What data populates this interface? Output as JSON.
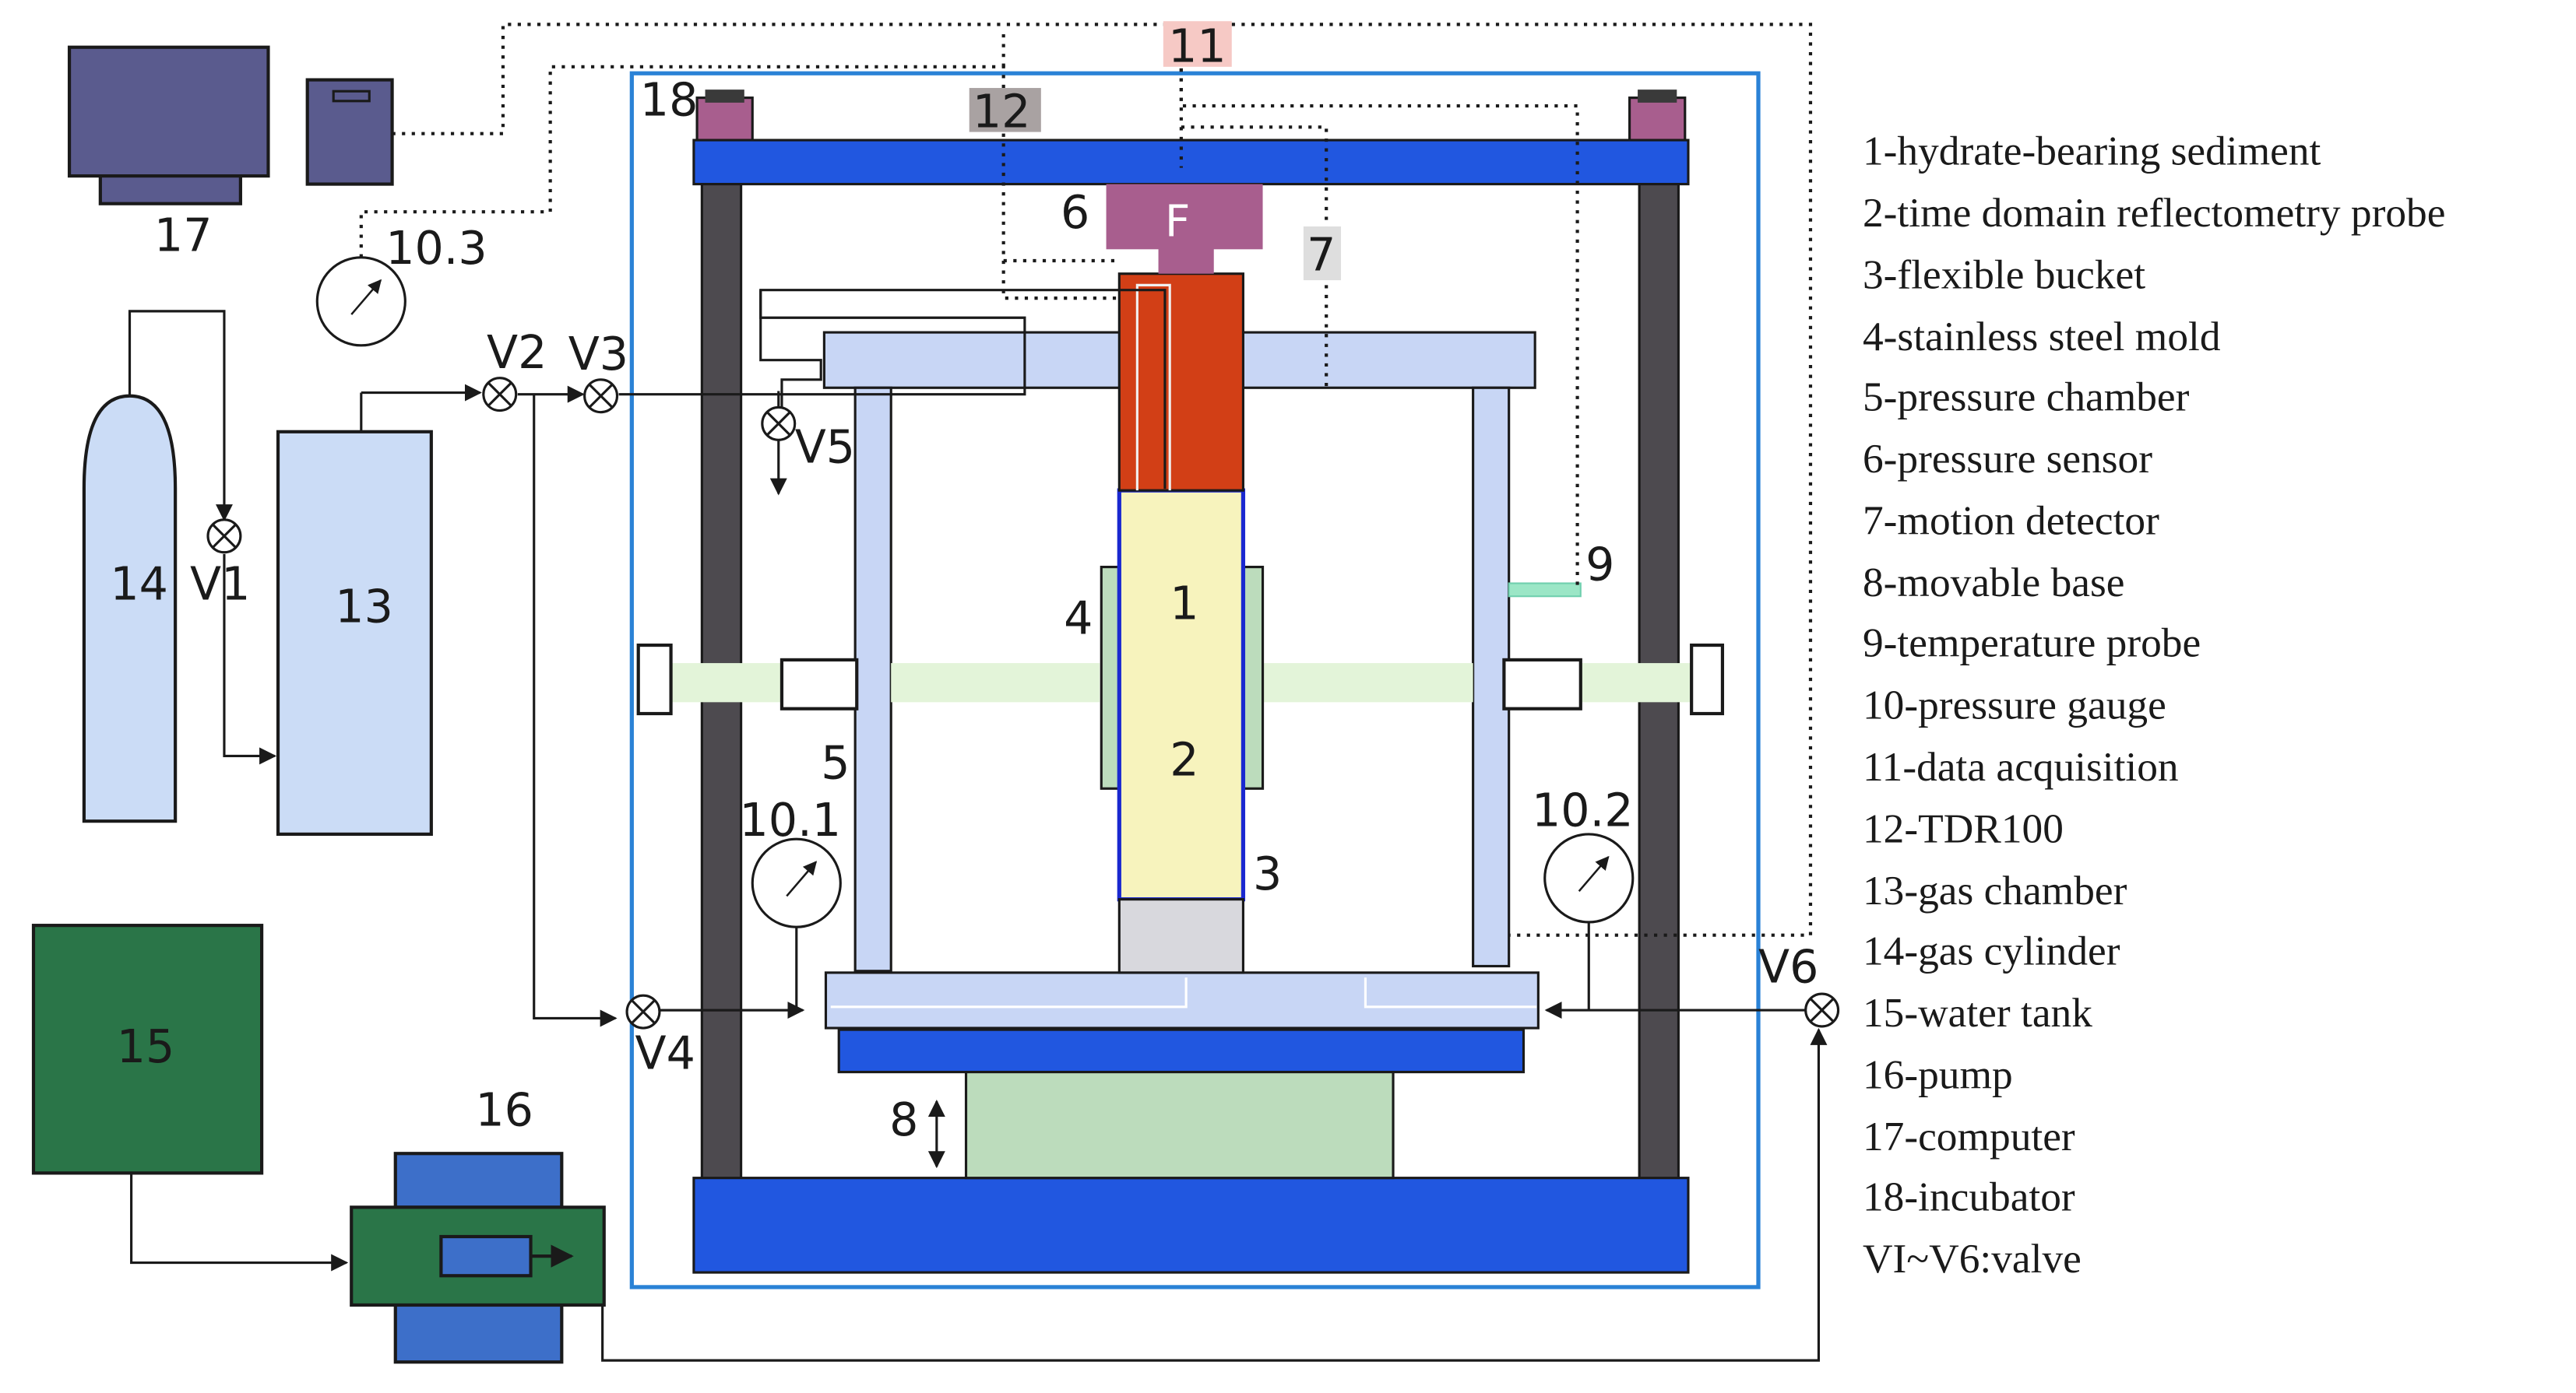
{
  "labels": {
    "n1": "1",
    "n2": "2",
    "n3": "3",
    "n4": "4",
    "n5": "5",
    "n6": "6",
    "n7": "7",
    "n8": "8",
    "n9": "9",
    "n10_1": "10.1",
    "n10_2": "10.2",
    "n10_3": "10.3",
    "n11": "11",
    "n12": "12",
    "n13": "13",
    "n14": "14",
    "n15": "15",
    "n16": "16",
    "n17": "17",
    "n18": "18",
    "f": "F",
    "v1": "V1",
    "v2": "V2",
    "v3": "V3",
    "v4": "V4",
    "v5": "V5",
    "v6": "V6"
  },
  "legend": [
    "1-hydrate-bearing sediment",
    "2-time domain reflectometry probe",
    "3-flexible bucket",
    "4-stainless steel mold",
    "5-pressure chamber",
    "6-pressure sensor",
    "7-motion detector",
    "8-movable base",
    "9-temperature probe",
    "10-pressure gauge",
    "11-data acquisition",
    "12-TDR100",
    "13-gas chamber",
    "14-gas cylinder",
    "15-water tank",
    "16-pump",
    "17-computer",
    "18-incubator",
    "VI~V6:valve"
  ],
  "colors": {
    "frame_blue": "#2157e0",
    "column_gray": "#4d4a4f",
    "cap_pink": "#a85e8e",
    "chamber_light": "#c8d6f5",
    "sediment_yellow": "#f7f3bd",
    "piston_red": "#d23f16",
    "base_green": "#bcdcbc",
    "window_green": "#e3f4d9",
    "tank_green": "#2a7548",
    "pump_blue": "#3d6fc9",
    "computer_purple": "#5a5b8e",
    "gas_light": "#cbdcf6",
    "label11_bg": "#f6c9c5",
    "label12_bg": "#a9a2a2",
    "label7_bg": "#dedede"
  }
}
